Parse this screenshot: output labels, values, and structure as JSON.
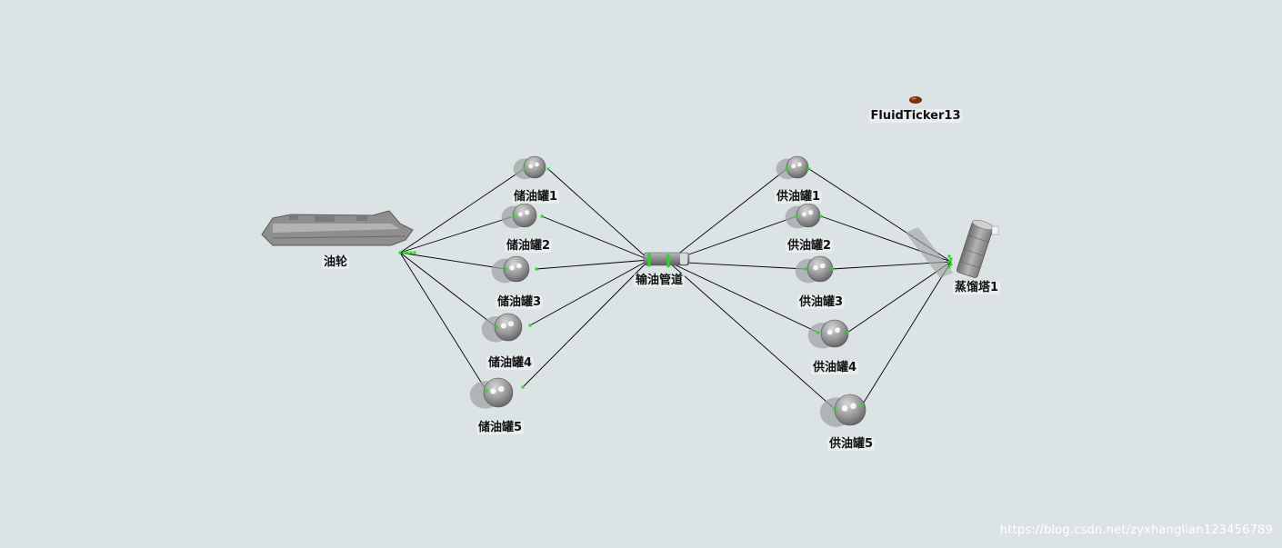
{
  "nodes": {
    "ship": {
      "label": "油轮"
    },
    "storage": [
      {
        "label": "储油罐1"
      },
      {
        "label": "储油罐2"
      },
      {
        "label": "储油罐3"
      },
      {
        "label": "储油罐4"
      },
      {
        "label": "储油罐5"
      }
    ],
    "pipeline": {
      "label": "输油管道"
    },
    "supply": [
      {
        "label": "供油罐1"
      },
      {
        "label": "供油罐2"
      },
      {
        "label": "供油罐3"
      },
      {
        "label": "供油罐4"
      },
      {
        "label": "供油罐5"
      }
    ],
    "tower": {
      "label": "蒸馏塔1"
    },
    "ticker": {
      "label": "FluidTicker13"
    }
  },
  "watermark": "https://blog.csdn.net/zyxhangiian123456789",
  "colors": {
    "background": "#dce3e5",
    "port": "#22dd22",
    "connector": "#000000",
    "object": "#9a9a9a",
    "shadow": "#9ea2a3",
    "ticker": "#7a2e10"
  }
}
